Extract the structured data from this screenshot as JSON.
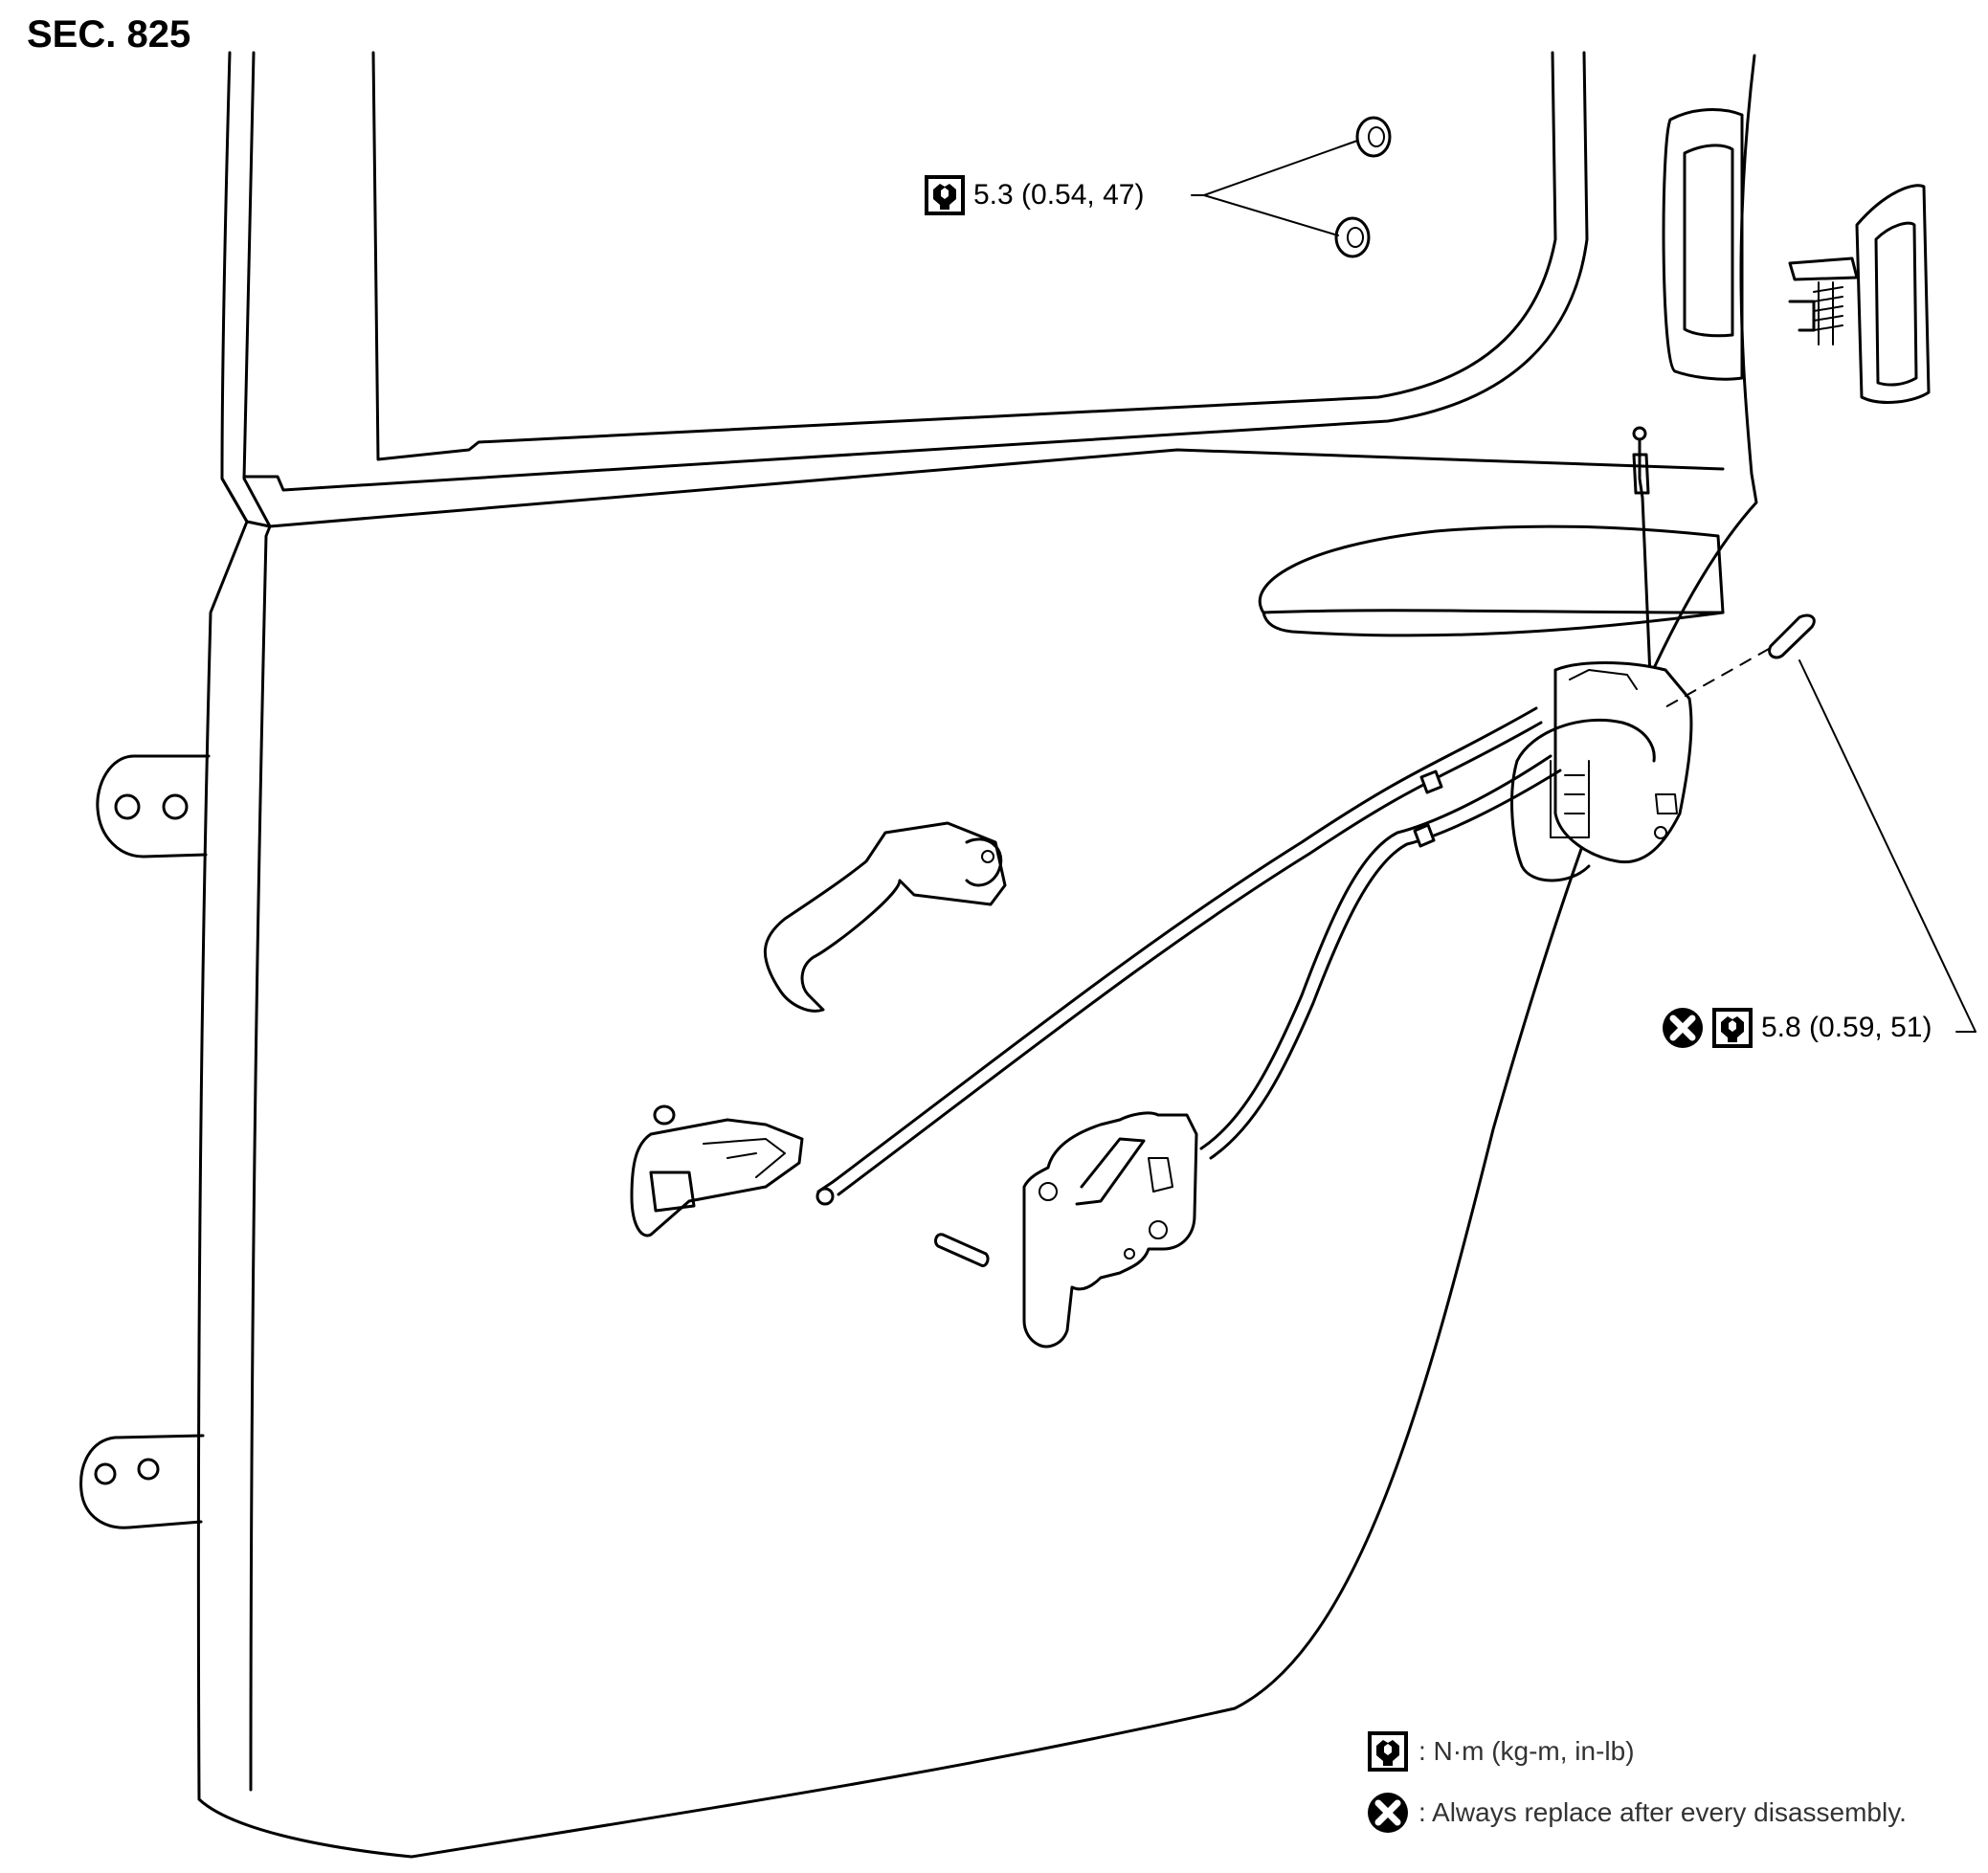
{
  "section": {
    "label": "SEC. 825"
  },
  "callouts": {
    "nut_torque": {
      "value": "5.3 (0.54, 47)",
      "icon": "torque-wrench-icon"
    },
    "bolt_torque": {
      "value": "5.8 (0.59, 51)",
      "icons": [
        "replace-cross-icon",
        "torque-wrench-icon"
      ]
    }
  },
  "legend": {
    "torque": {
      "icon": "torque-wrench-icon",
      "text": ": N·m (kg-m, in-lb)"
    },
    "replace": {
      "icon": "replace-cross-icon",
      "text": ": Always replace after every disassembly."
    }
  }
}
